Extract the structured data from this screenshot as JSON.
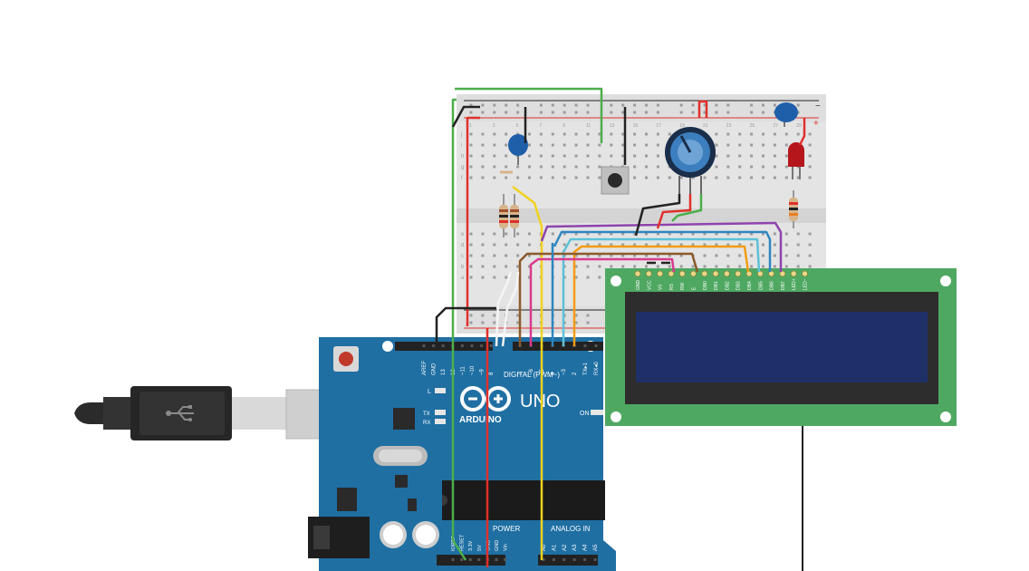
{
  "arduino": {
    "brand": "ARDUINO",
    "model": "UNO",
    "digital_header": "DIGITAL (PWM~)",
    "power_header": "POWER",
    "analog_header": "ANALOG IN",
    "on_label": "ON",
    "l_label": "L",
    "tx_label": "TX",
    "rx_label": "RX",
    "top_pins": [
      "AREF",
      "GND",
      "13",
      "12",
      "~11",
      "~10",
      "~9",
      "8",
      "7",
      "~6",
      "~5",
      "4",
      "~3",
      "2",
      "TX▸1",
      "RX◂0"
    ],
    "power_pins": [
      "IOREF",
      "RESET",
      "3.3V",
      "5V",
      "GND",
      "GND",
      "Vin"
    ],
    "analog_pins": [
      "A0",
      "A1",
      "A2",
      "A3",
      "A4",
      "A5"
    ]
  },
  "breadboard": {
    "minus_label": "−",
    "plus_label": "+",
    "row_letters_top": [
      "j",
      "i",
      "h",
      "g",
      "f"
    ],
    "row_letters_bottom": [
      "e",
      "d",
      "c",
      "b",
      "a"
    ],
    "column_numbers": [
      "1",
      "3",
      "5",
      "7",
      "9",
      "11",
      "13",
      "15",
      "17",
      "19",
      "21",
      "23",
      "25",
      "27",
      "29"
    ]
  },
  "lcd": {
    "pins": [
      "GND",
      "VCC",
      "V0",
      "RS",
      "RW",
      "E",
      "DB0",
      "DB1",
      "DB2",
      "DB3",
      "DB4",
      "DB5",
      "DB6",
      "DB7",
      "LED+",
      "LED−"
    ]
  },
  "colors": {
    "board_blue": "#1f6fa3",
    "breadboard": "#e4e4e4",
    "lcd_pcb": "#4fa862",
    "lcd_screen": "#1f2f68",
    "wire_red": "#e0302b",
    "wire_green": "#4cae4c",
    "wire_yellow": "#f2d21e",
    "wire_purple": "#8e44ad",
    "wire_blue": "#2e86c1",
    "wire_cyan": "#5dc1d8",
    "wire_orange": "#f39c12",
    "wire_brown": "#8b5a2b",
    "wire_pink": "#d93a8e",
    "wire_white": "#f5f5f5",
    "wire_black": "#222222"
  },
  "icons": [
    "usb-icon",
    "arduino-logo-icon",
    "potentiometer-icon",
    "pushbutton-icon",
    "led-icon",
    "resistor-icon",
    "capacitor-icon"
  ]
}
